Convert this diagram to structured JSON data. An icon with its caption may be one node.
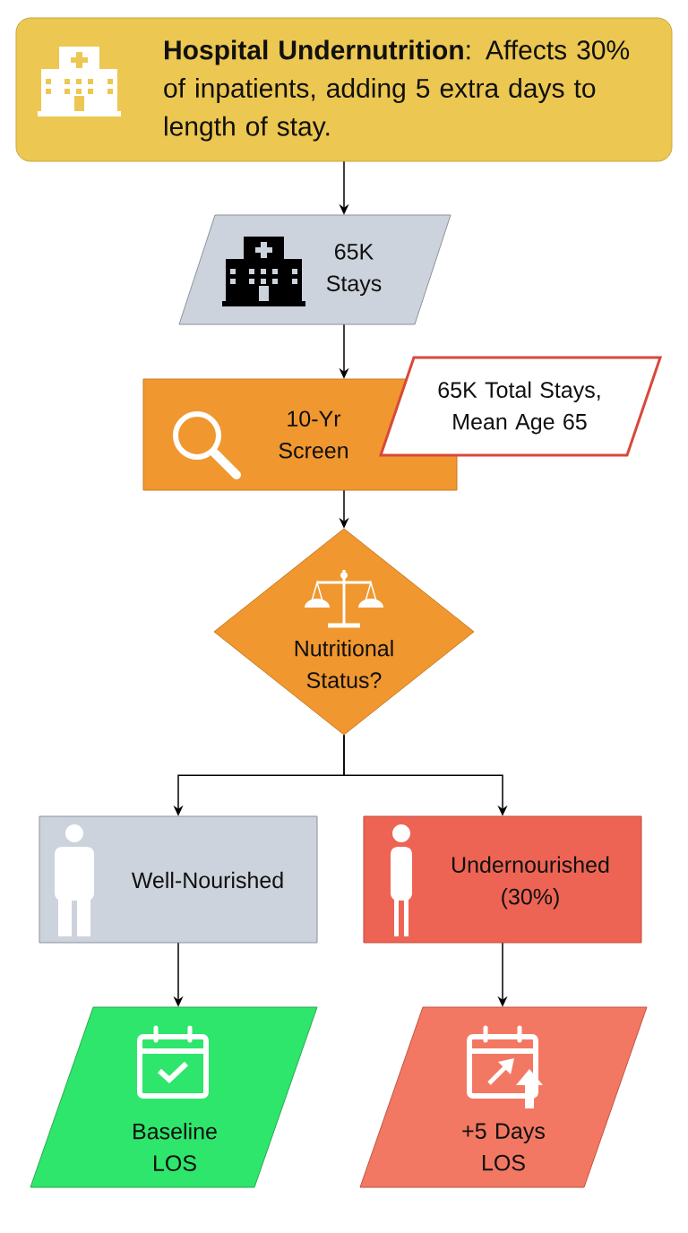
{
  "diagram": {
    "nodes": [
      {
        "text": [
          "**Hospital Undernutrition**: Affects 30% of inpatients, adding 5 extra days to length of stay."
        ]
      },
      {
        "text": [
          "65K Stays"
        ]
      },
      {
        "text": [
          "10-Yr Screen"
        ]
      },
      {
        "text": [
          "65K Total Stays, Mean Age 65"
        ]
      },
      {
        "text": [
          "Nutritional Status?"
        ]
      },
      {
        "text": [
          "Well-Nourished"
        ]
      },
      {
        "text": [
          "Undernourished (30%)"
        ]
      },
      {
        "text": [
          "Baseline LOS"
        ]
      },
      {
        "text": [
          "+5 Days LOS"
        ]
      }
    ],
    "edges": [
      {
        "from": 0,
        "to": 1,
        "arrow": "to"
      },
      {
        "from": 1,
        "to": 2,
        "arrow": "to"
      },
      {
        "from": 2,
        "to": 4,
        "arrow": "to"
      },
      {
        "from": 4,
        "to": 5,
        "arrow": "to"
      },
      {
        "from": 4,
        "to": 6,
        "arrow": "to"
      },
      {
        "from": 5,
        "to": 7,
        "arrow": "to"
      },
      {
        "from": 6,
        "to": 8,
        "arrow": "to"
      }
    ]
  }
}
